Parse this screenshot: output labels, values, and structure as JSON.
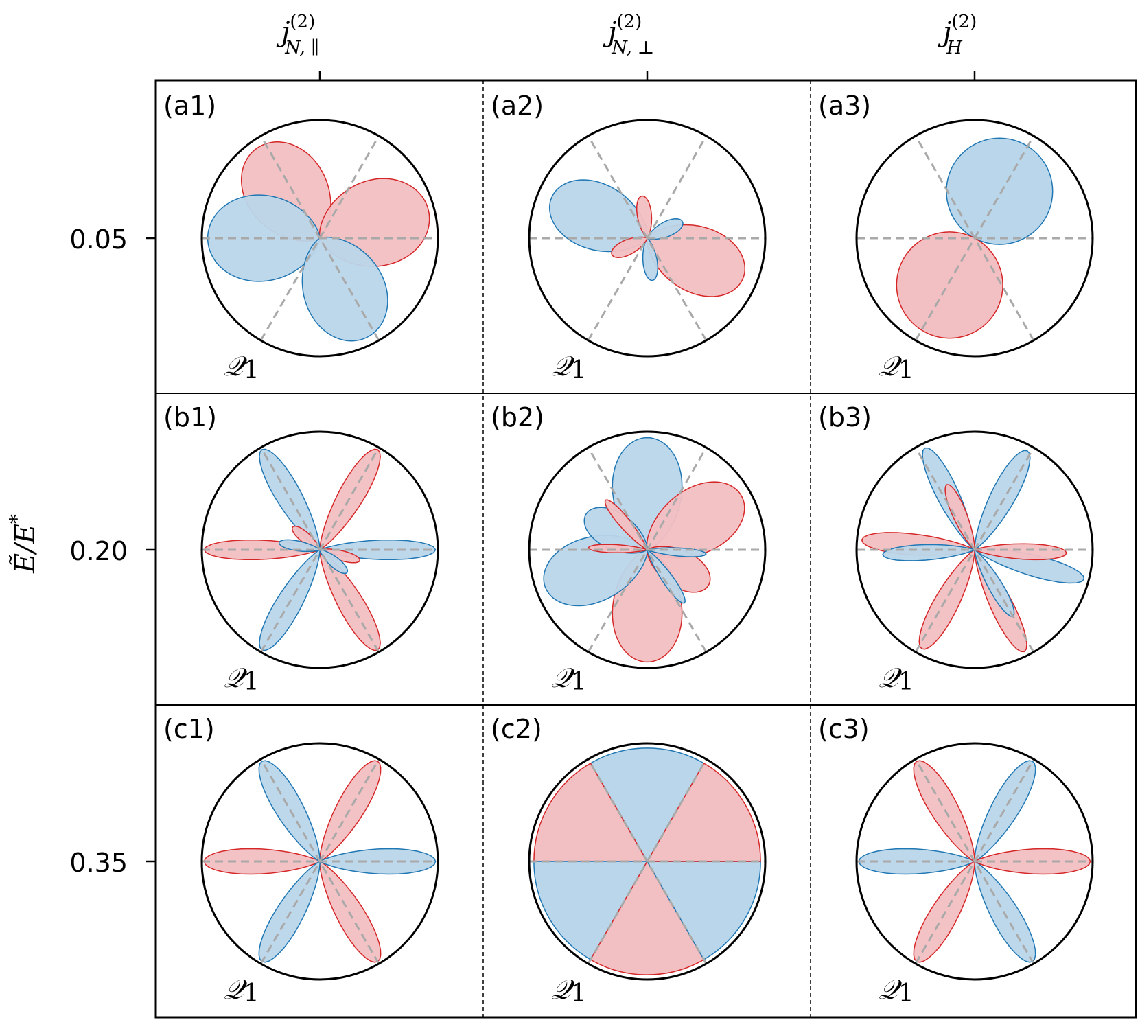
{
  "figure": {
    "ylabel": "Ẽ/E*",
    "ylabel_main": "Ẽ/E",
    "ylabel_sup": "*",
    "columns": [
      {
        "base": "j",
        "sub": "N, ∥",
        "sup": "(2)"
      },
      {
        "base": "j",
        "sub": "N, ⊥",
        "sup": "(2)"
      },
      {
        "base": "j",
        "sub": "H",
        "sup": "(2)"
      }
    ],
    "rows": [
      "0.05",
      "0.20",
      "0.35"
    ],
    "panel_labels": [
      [
        "(a1)",
        "(a2)",
        "(a3)"
      ],
      [
        "(b1)",
        "(b2)",
        "(b3)"
      ],
      [
        "(c1)",
        "(c2)",
        "(c3)"
      ]
    ],
    "corner_label": "𝒬1",
    "corner_main": "𝒬",
    "corner_sub": "1"
  },
  "colors": {
    "red_fill": "#f2bfc2",
    "red_edge": "#d62728",
    "blue_fill": "#bad6ea",
    "blue_edge": "#1f77b4",
    "guide": "#a9a9a9"
  },
  "chart_data": {
    "type": "polar",
    "guide_angles_deg": [
      0,
      60,
      120
    ],
    "description_unit": "normalized radius (0-1) vs polar angle in degrees",
    "panels": [
      {
        "id": "a1",
        "row": 0,
        "col": 0,
        "lobes": [
          {
            "color": "red",
            "angle": 125,
            "length": 0.93,
            "width": 0.45,
            "exp": 2
          },
          {
            "color": "red",
            "angle": 15,
            "length": 0.95,
            "width": 0.5,
            "exp": 2
          },
          {
            "color": "blue",
            "angle": 180,
            "length": 0.95,
            "width": 0.5,
            "exp": 2
          },
          {
            "color": "blue",
            "angle": 295,
            "length": 0.93,
            "width": 0.45,
            "exp": 2
          }
        ]
      },
      {
        "id": "a2",
        "row": 0,
        "col": 1,
        "lobes": [
          {
            "color": "blue",
            "angle": 157,
            "length": 0.88,
            "width": 0.32,
            "exp": 2
          },
          {
            "color": "red",
            "angle": 337,
            "length": 0.88,
            "width": 0.32,
            "exp": 2
          },
          {
            "color": "red",
            "angle": 97,
            "length": 0.36,
            "width": 0.12,
            "exp": 3
          },
          {
            "color": "blue",
            "angle": 277,
            "length": 0.36,
            "width": 0.12,
            "exp": 3
          },
          {
            "color": "blue",
            "angle": 25,
            "length": 0.33,
            "width": 0.16,
            "exp": 3
          },
          {
            "color": "red",
            "angle": 205,
            "length": 0.33,
            "width": 0.16,
            "exp": 3
          }
        ]
      },
      {
        "id": "a3",
        "row": 0,
        "col": 2,
        "lobes": [
          {
            "color": "blue",
            "angle": 62,
            "length": 0.9,
            "width": 1,
            "exp": 1
          },
          {
            "color": "red",
            "angle": 242,
            "length": 0.9,
            "width": 1,
            "exp": 1
          }
        ]
      },
      {
        "id": "b1",
        "row": 1,
        "col": 0,
        "lobes": [
          {
            "color": "red",
            "angle": 180,
            "length": 0.98,
            "width": 0.05,
            "exp": 5
          },
          {
            "color": "red",
            "angle": 60,
            "length": 0.98,
            "width": 0.1,
            "exp": 6
          },
          {
            "color": "red",
            "angle": 300,
            "length": 0.98,
            "width": 0.1,
            "exp": 6
          },
          {
            "color": "blue",
            "angle": 0,
            "length": 0.98,
            "width": 0.05,
            "exp": 5
          },
          {
            "color": "blue",
            "angle": 120,
            "length": 0.98,
            "width": 0.1,
            "exp": 6
          },
          {
            "color": "blue",
            "angle": 240,
            "length": 0.98,
            "width": 0.1,
            "exp": 6
          },
          {
            "color": "red",
            "angle": 140,
            "length": 0.3,
            "width": 0.12,
            "exp": 4
          },
          {
            "color": "red",
            "angle": 345,
            "length": 0.35,
            "width": 0.08,
            "exp": 4
          },
          {
            "color": "blue",
            "angle": 170,
            "length": 0.35,
            "width": 0.08,
            "exp": 4
          },
          {
            "color": "blue",
            "angle": 320,
            "length": 0.3,
            "width": 0.12,
            "exp": 4
          }
        ]
      },
      {
        "id": "b2",
        "row": 1,
        "col": 1,
        "lobes": [
          {
            "color": "blue",
            "angle": 90,
            "length": 0.95,
            "width": 0.45,
            "exp": 3
          },
          {
            "color": "red",
            "angle": 270,
            "length": 0.95,
            "width": 0.45,
            "exp": 3
          },
          {
            "color": "blue",
            "angle": 200,
            "length": 0.92,
            "width": 0.42,
            "exp": 3
          },
          {
            "color": "red",
            "angle": 30,
            "length": 0.92,
            "width": 0.42,
            "exp": 3
          },
          {
            "color": "blue",
            "angle": 150,
            "length": 0.6,
            "width": 0.3,
            "exp": 3
          },
          {
            "color": "red",
            "angle": 330,
            "length": 0.6,
            "width": 0.3,
            "exp": 3
          },
          {
            "color": "red",
            "angle": 130,
            "length": 0.55,
            "width": 0.06,
            "exp": 6
          },
          {
            "color": "blue",
            "angle": 305,
            "length": 0.55,
            "width": 0.06,
            "exp": 6
          },
          {
            "color": "red",
            "angle": 178,
            "length": 0.5,
            "width": 0.04,
            "exp": 6
          },
          {
            "color": "blue",
            "angle": 356,
            "length": 0.5,
            "width": 0.04,
            "exp": 6
          }
        ]
      },
      {
        "id": "b3",
        "row": 1,
        "col": 2,
        "lobes": [
          {
            "color": "blue",
            "angle": 62,
            "length": 0.95,
            "width": 0.1,
            "exp": 6
          },
          {
            "color": "red",
            "angle": 242,
            "length": 0.95,
            "width": 0.1,
            "exp": 6
          },
          {
            "color": "red",
            "angle": 175,
            "length": 0.96,
            "width": 0.06,
            "exp": 5
          },
          {
            "color": "blue",
            "angle": 345,
            "length": 0.96,
            "width": 0.06,
            "exp": 5
          },
          {
            "color": "red",
            "angle": 296,
            "length": 0.96,
            "width": 0.08,
            "exp": 6
          },
          {
            "color": "blue",
            "angle": 116,
            "length": 0.96,
            "width": 0.08,
            "exp": 6
          },
          {
            "color": "red",
            "angle": 113,
            "length": 0.6,
            "width": 0.08,
            "exp": 6
          },
          {
            "color": "blue",
            "angle": 300,
            "length": 0.65,
            "width": 0.07,
            "exp": 6
          },
          {
            "color": "blue",
            "angle": 183,
            "length": 0.78,
            "width": 0.05,
            "exp": 5
          },
          {
            "color": "red",
            "angle": 358,
            "length": 0.78,
            "width": 0.05,
            "exp": 5
          }
        ]
      },
      {
        "id": "c1",
        "row": 2,
        "col": 0,
        "lobes": [
          {
            "color": "red",
            "angle": 180,
            "length": 0.98,
            "width": 0.1,
            "exp": 6
          },
          {
            "color": "red",
            "angle": 60,
            "length": 0.98,
            "width": 0.12,
            "exp": 6
          },
          {
            "color": "red",
            "angle": 300,
            "length": 0.98,
            "width": 0.12,
            "exp": 6
          },
          {
            "color": "blue",
            "angle": 0,
            "length": 0.98,
            "width": 0.1,
            "exp": 6
          },
          {
            "color": "blue",
            "angle": 120,
            "length": 0.98,
            "width": 0.12,
            "exp": 6
          },
          {
            "color": "blue",
            "angle": 240,
            "length": 0.98,
            "width": 0.12,
            "exp": 6
          }
        ]
      },
      {
        "id": "c2",
        "row": 2,
        "col": 1,
        "wedges": [
          {
            "color": "blue",
            "from": 60,
            "to": 120,
            "radius": 0.96
          },
          {
            "color": "red",
            "from": 120,
            "to": 180,
            "radius": 0.96
          },
          {
            "color": "blue",
            "from": 180,
            "to": 240,
            "radius": 0.96
          },
          {
            "color": "red",
            "from": 240,
            "to": 300,
            "radius": 0.96
          },
          {
            "color": "blue",
            "from": 300,
            "to": 360,
            "radius": 0.96
          },
          {
            "color": "red",
            "from": 0,
            "to": 60,
            "radius": 0.96
          }
        ]
      },
      {
        "id": "c3",
        "row": 2,
        "col": 2,
        "lobes": [
          {
            "color": "blue",
            "angle": 180,
            "length": 0.98,
            "width": 0.1,
            "exp": 6
          },
          {
            "color": "blue",
            "angle": 60,
            "length": 0.98,
            "width": 0.12,
            "exp": 6
          },
          {
            "color": "blue",
            "angle": 300,
            "length": 0.98,
            "width": 0.12,
            "exp": 6
          },
          {
            "color": "red",
            "angle": 0,
            "length": 0.98,
            "width": 0.1,
            "exp": 6
          },
          {
            "color": "red",
            "angle": 120,
            "length": 0.98,
            "width": 0.12,
            "exp": 6
          },
          {
            "color": "red",
            "angle": 240,
            "length": 0.98,
            "width": 0.12,
            "exp": 6
          }
        ]
      }
    ]
  }
}
